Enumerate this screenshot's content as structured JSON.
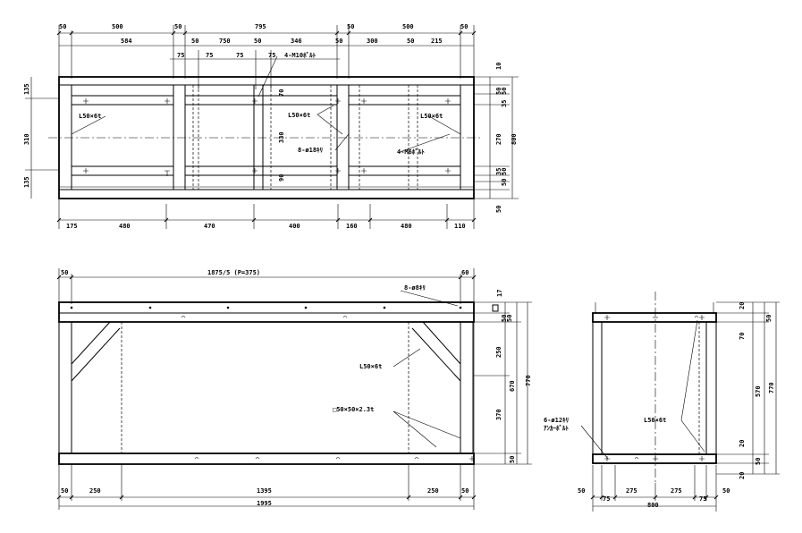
{
  "top_view": {
    "top_dims": [
      "50",
      "500",
      "50",
      "795",
      "50",
      "500",
      "50"
    ],
    "second_dims": [
      "584",
      "50",
      "750",
      "50",
      "346",
      "50",
      "300",
      "50",
      "215"
    ],
    "third_dims": [
      "75",
      "75",
      "75",
      "75"
    ],
    "bottom_dims": [
      "175",
      "480",
      "470",
      "400",
      "160",
      "480",
      "110"
    ],
    "left_dims": [
      "135",
      "310",
      "135"
    ],
    "right_dims": [
      "10",
      "50",
      "50",
      "35",
      "270",
      "35",
      "50",
      "50",
      "50"
    ],
    "overall_right": "800",
    "inner_vertical": [
      "70",
      "330",
      "90"
    ],
    "labels": {
      "anchor_top": "4-M10ﾎﾞﾙﾄ",
      "angle_left": "L50×6t",
      "angle_mid": "L50×6t",
      "angle_right": "L50×6t",
      "hole_mid": "8-ø18ｷﾘ",
      "anchor_right": "4-M6ﾎﾞﾙﾄ"
    }
  },
  "front_view": {
    "top_dims": [
      "50",
      "1875/5 (P=375)",
      "60"
    ],
    "bottom_dims": [
      "50",
      "250",
      "1395",
      "250",
      "50"
    ],
    "overall": "1995",
    "right_dims": [
      "17",
      "50",
      "50",
      "250",
      "370",
      "670",
      "770",
      "50"
    ],
    "labels": {
      "holes_top": "8-ø8ｷﾘ",
      "angle": "L50×6t",
      "square_pipe": "□50×50×2.3t"
    }
  },
  "side_view": {
    "bottom_dims": [
      "50",
      "75",
      "275",
      "275",
      "75",
      "50"
    ],
    "overall": "800",
    "right_dims": [
      "20",
      "50",
      "70",
      "570",
      "770",
      "20",
      "50",
      "20"
    ],
    "labels": {
      "angle": "L50×6t",
      "anchor_1": "6-ø12ｷﾘ",
      "anchor_2": "ｱﾝｶｰﾎﾞﾙﾄ"
    }
  }
}
